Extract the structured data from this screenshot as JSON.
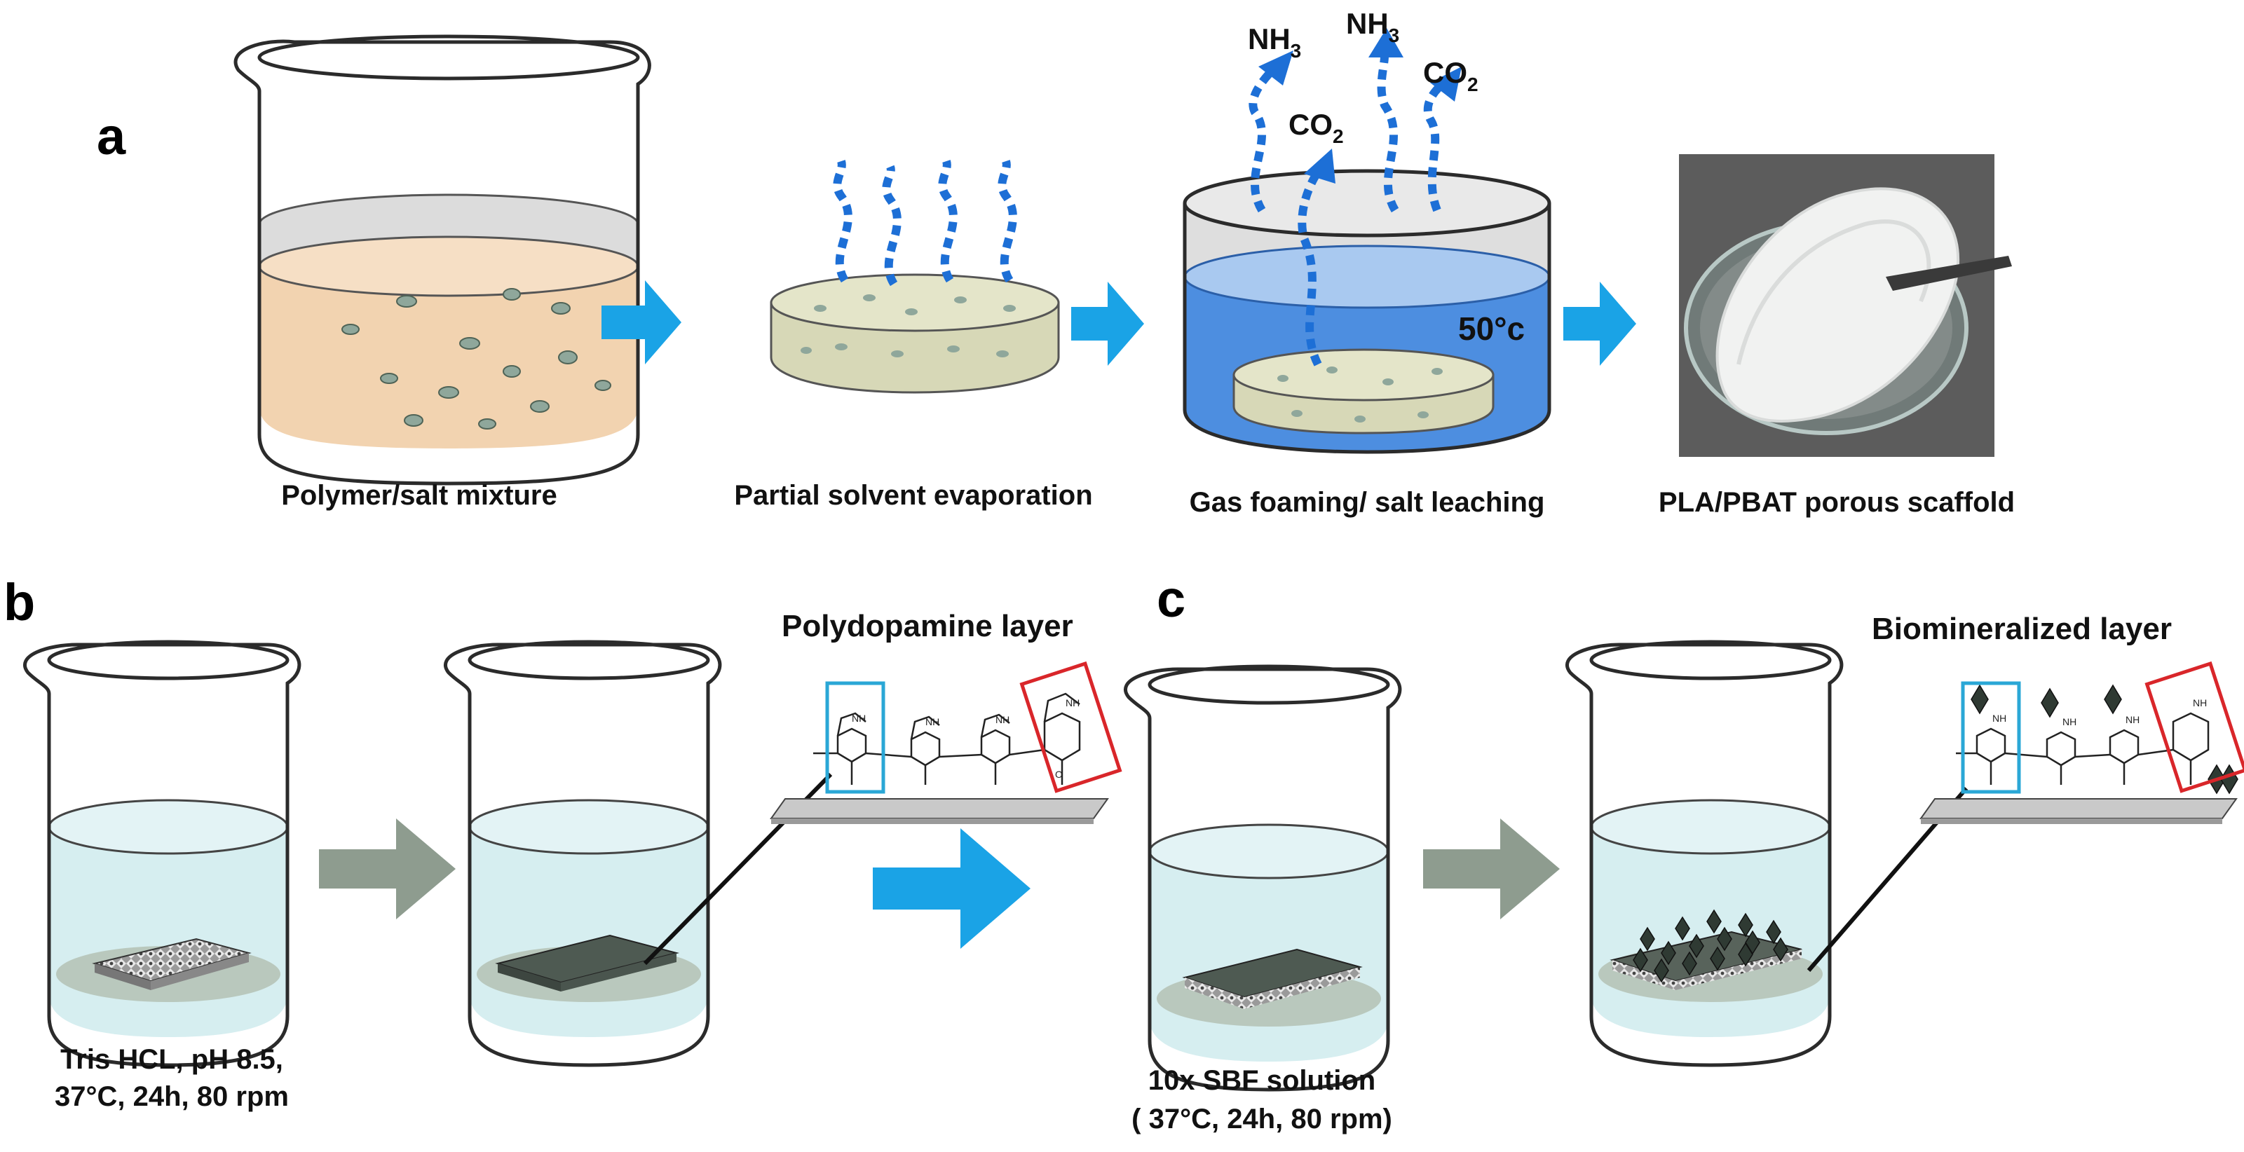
{
  "panels": {
    "a": "a",
    "b": "b",
    "c": "c"
  },
  "captions": {
    "polymer_salt": "Polymer/salt mixture",
    "evaporation": "Partial solvent evaporation",
    "foaming": "Gas foaming/ salt leaching",
    "scaffold": "PLA/PBAT porous scaffold",
    "tris_line1": "Tris HCL, pH 8.5,",
    "tris_line2": "37°C, 24h, 80 rpm",
    "sbf_line1": "10x SBF solution",
    "sbf_line2": "( 37°C, 24h, 80 rpm)"
  },
  "gases": {
    "nh3_a": {
      "main": "NH",
      "sub": "3"
    },
    "nh3_b": {
      "main": "NH",
      "sub": "3"
    },
    "co2_a": {
      "main": "CO",
      "sub": "2"
    },
    "co2_b": {
      "main": "CO",
      "sub": "2"
    }
  },
  "temperature": "50°c",
  "layers": {
    "polydopamine": "Polydopamine layer",
    "biomineralized": "Biomineralized layer"
  },
  "chem_labels": {
    "nh": "NH",
    "o": "O"
  },
  "colors": {
    "process_arrow": "#1aa3e6",
    "gray_arrow": "#8e9c8f",
    "polymer_fill": "#f2d3b0",
    "water_blue": "#4d8ee0",
    "solution_light": "#d6eef0",
    "pore_dots": "#8fa79b",
    "highlight_cyan": "#2aa7d6",
    "highlight_red": "#d9262a"
  }
}
